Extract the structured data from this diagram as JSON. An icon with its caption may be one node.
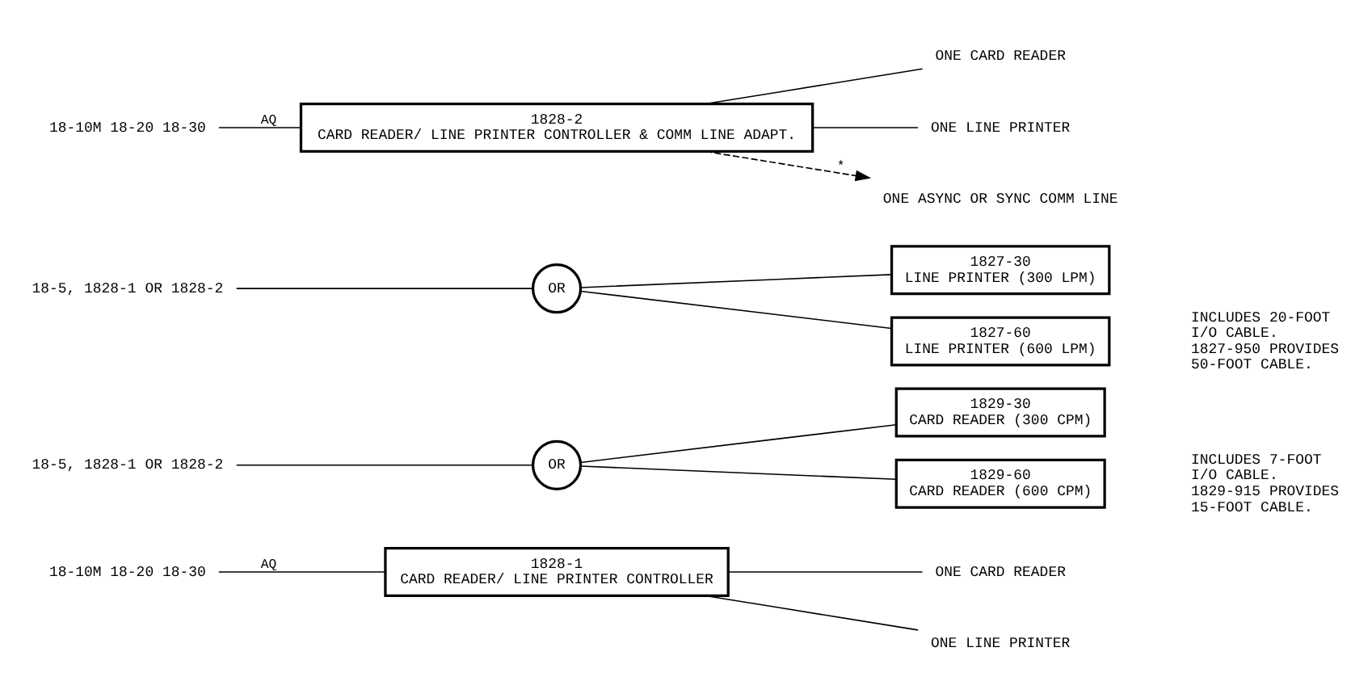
{
  "diagram": {
    "nodes": [
      {
        "text": [
          "18-10M 18-20 18-30"
        ]
      },
      {
        "text": [
          "1828-1",
          "CARD READER/ LINE PRINTER CONTROLLER"
        ]
      },
      {
        "text": [
          "ONE CARD READER"
        ]
      },
      {
        "text": [
          "ONE LINE PRINTER"
        ]
      },
      {
        "text": [
          "18-5, 1828-1 OR 1828-2"
        ]
      },
      {
        "text": [
          "OR"
        ]
      },
      {
        "text": [
          "1829-30",
          "CARD READER (300 CPM)"
        ]
      },
      {
        "text": [
          "1829-60",
          "CARD READER (600 CPM)"
        ]
      },
      {
        "text": [
          "18-5, 1828-1 OR 1828-2"
        ]
      },
      {
        "text": [
          "OR"
        ]
      },
      {
        "text": [
          "1827-30",
          "LINE PRINTER (300 LPM)"
        ]
      },
      {
        "text": [
          "1827-60",
          "LINE PRINTER (600 LPM)"
        ]
      },
      {
        "text": [
          "18-10M 18-20 18-30"
        ]
      },
      {
        "text": [
          "1828-2",
          "CARD READER/ LINE PRINTER CONTROLLER & COMM LINE ADAPT."
        ]
      },
      {
        "text": [
          "ONE CARD READER"
        ]
      },
      {
        "text": [
          "ONE LINE PRINTER"
        ]
      },
      {
        "text": [
          "ONE ASYNC OR SYNC COMM LINE"
        ]
      }
    ],
    "edges": [
      {
        "from": 0,
        "to": 1,
        "arrow": "none",
        "label": "AQ"
      },
      {
        "from": 1,
        "to": 2,
        "arrow": "none"
      },
      {
        "from": 1,
        "to": 3,
        "arrow": "none"
      },
      {
        "from": 4,
        "to": 5,
        "arrow": "none"
      },
      {
        "from": 5,
        "to": 6,
        "arrow": "none"
      },
      {
        "from": 5,
        "to": 7,
        "arrow": "none"
      },
      {
        "from": 8,
        "to": 9,
        "arrow": "none"
      },
      {
        "from": 9,
        "to": 10,
        "arrow": "none"
      },
      {
        "from": 9,
        "to": 11,
        "arrow": "none"
      },
      {
        "from": 12,
        "to": 13,
        "arrow": "none",
        "label": "AQ"
      },
      {
        "from": 13,
        "to": 14,
        "arrow": "none"
      },
      {
        "from": 13,
        "to": 15,
        "arrow": "none"
      },
      {
        "from": 13,
        "to": 16,
        "arrow": "to",
        "label": "*",
        "style": "dashed"
      }
    ],
    "labels": [
      "INCLUDES 7-FOOT I/O CABLE. 1829-915 PROVIDES 15-FOOT CABLE.",
      "INCLUDES 20-FOOT I/O CABLE. 1827-950 PROVIDES 50-FOOT CABLE."
    ]
  }
}
